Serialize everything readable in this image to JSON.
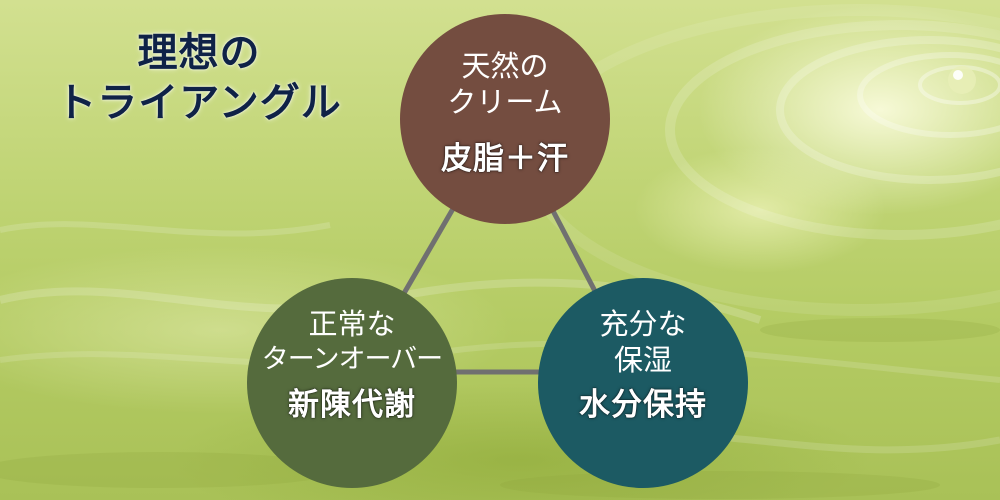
{
  "title": {
    "line1": "理想の",
    "line2": "トライアングル"
  },
  "colors": {
    "title": "#0f2247",
    "circle_top": "#744d40",
    "circle_left": "#556b3d",
    "circle_right": "#1c5a63",
    "connector": "#707070",
    "background": "#c1d576"
  },
  "circles": {
    "top": {
      "line1": "天然の",
      "line2": "クリーム",
      "key": "皮脂＋汗"
    },
    "left": {
      "line1": "正常な",
      "line2": "ターンオーバー",
      "key": "新陳代謝"
    },
    "right": {
      "line1": "充分な",
      "line2": "保湿",
      "key": "水分保持"
    }
  }
}
